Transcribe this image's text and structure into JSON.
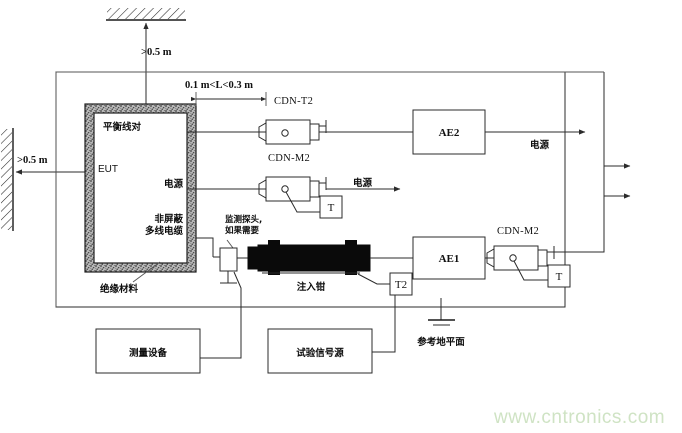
{
  "diagram": {
    "title": "EMC conducted immunity test setup",
    "watermark": "www.cntronics.com",
    "dimensions": {
      "ceiling_clearance": ">0.5 m",
      "wall_clearance": ">0.5 m",
      "cable_length": "0.1 m<L<0.3 m"
    },
    "eut": {
      "label": "EUT",
      "insulation_label": "绝缘材料",
      "balanced_pair_label": "平衡线对",
      "power_label": "电源",
      "unshielded_cable_label_1": "非屏蔽",
      "unshielded_cable_label_2": "多线电缆"
    },
    "couplers": {
      "cdn_t2": "CDN-T2",
      "cdn_m2_left": "CDN-M2",
      "cdn_m2_right": "CDN-M2",
      "term_t_power": "T",
      "term_t_right": "T",
      "term_t2_clamp": "T2"
    },
    "aux": {
      "ae2": "AE2",
      "ae1": "AE1"
    },
    "probe": {
      "label_line1": "监测探头,",
      "label_line2": "如果需要"
    },
    "clamp": {
      "label": "注入钳"
    },
    "ground": {
      "label": "参考地平面"
    },
    "instruments": {
      "measuring_equipment": "测量设备",
      "test_signal_source": "试验信号源"
    },
    "power_labels": {
      "cdn_t2_out": "电源",
      "cdn_m2_out": "电源"
    },
    "colors": {
      "line": "#2b2b2b",
      "clamp_fill": "#0a0a0a",
      "watermark": "#cfe3c4",
      "background": "#ffffff"
    }
  }
}
